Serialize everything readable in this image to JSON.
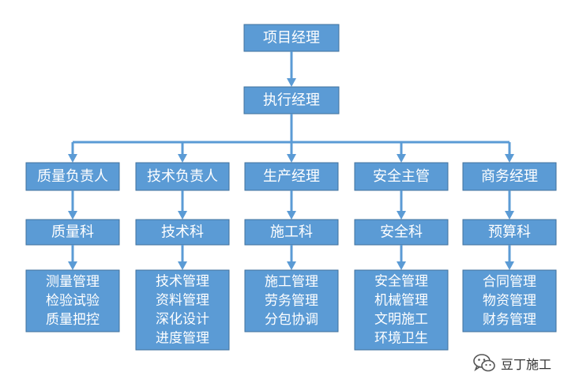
{
  "org": {
    "top": "项目经理",
    "second": "执行经理",
    "branches": [
      {
        "head": "质量负责人",
        "dept": "质量科",
        "duties": [
          "测量管理",
          "检验试验",
          "质量把控"
        ]
      },
      {
        "head": "技术负责人",
        "dept": "技术科",
        "duties": [
          "技术管理",
          "资料管理",
          "深化设计",
          "进度管理"
        ]
      },
      {
        "head": "生产经理",
        "dept": "施工科",
        "duties": [
          "施工管理",
          "劳务管理",
          "分包协调"
        ]
      },
      {
        "head": "安全主管",
        "dept": "安全科",
        "duties": [
          "安全管理",
          "机械管理",
          "文明施工",
          "环境卫生"
        ]
      },
      {
        "head": "商务经理",
        "dept": "预算科",
        "duties": [
          "合同管理",
          "物资管理",
          "财务管理"
        ]
      }
    ]
  },
  "watermark": {
    "text": "豆丁施工",
    "icon": "wechat-icon"
  },
  "colors": {
    "box_fill": "#5b9bd5",
    "box_border": "#41719c",
    "connector": "#5b9bd5",
    "text": "#ffffff"
  }
}
